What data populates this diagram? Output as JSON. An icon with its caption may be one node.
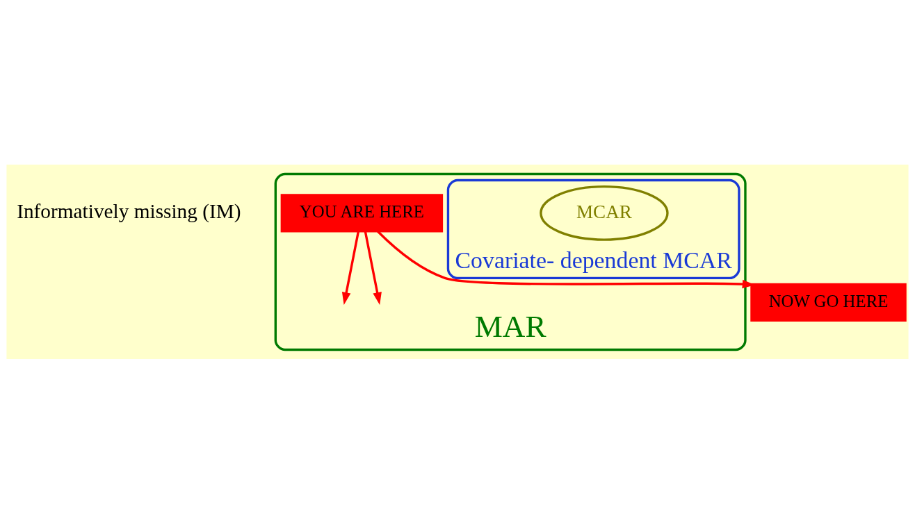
{
  "diagram": {
    "nodes": [
      {
        "text": [
          "MAR"
        ]
      },
      {
        "text": [
          "Covariate- dependent MCAR"
        ],
        "in": 0
      },
      {
        "text": [
          "MCAR"
        ],
        "in": 1
      },
      {
        "text": [
          "YOU ARE HERE"
        ],
        "in": 0
      },
      {
        "text": [
          "NOW GO HERE"
        ]
      }
    ],
    "edges": [
      {
        "from": 3,
        "to": null,
        "arrow": "to"
      },
      {
        "from": 3,
        "to": null,
        "arrow": "to"
      },
      {
        "from": 3,
        "to": 4,
        "arrow": "to"
      }
    ],
    "labels": [
      "Informatively missing (IM)"
    ]
  }
}
